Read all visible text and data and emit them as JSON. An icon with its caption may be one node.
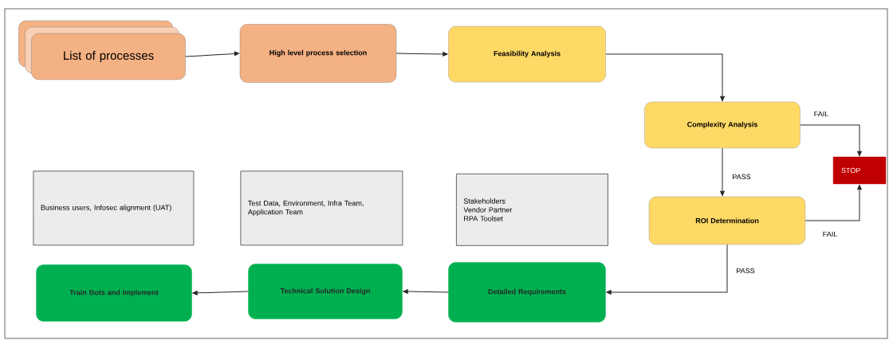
{
  "diagram": {
    "nodes": [
      {
        "text": [
          "List of processes"
        ]
      },
      {
        "text": [
          "High level process selection"
        ]
      },
      {
        "text": [
          "Feasibility Analysis"
        ]
      },
      {
        "text": [
          "Complexity Analysis"
        ]
      },
      {
        "text": [
          "STOP"
        ]
      },
      {
        "text": [
          "ROI Determination"
        ]
      },
      {
        "text": [
          "Business users, Infosec alignment (UAT)"
        ]
      },
      {
        "text": [
          "Test Data, Environment, Infra Team, Application Team"
        ]
      },
      {
        "text": [
          "Stakeholders",
          "Vendor Partner",
          "RPA Toolset"
        ]
      },
      {
        "text": [
          "Train Bots and Implement"
        ]
      },
      {
        "text": [
          "Technical Solution Design"
        ]
      },
      {
        "text": [
          "Detailed Requirements"
        ]
      }
    ],
    "edges": [
      {
        "from": 0,
        "to": 1,
        "arrow": "to"
      },
      {
        "from": 1,
        "to": 2,
        "arrow": "to"
      },
      {
        "from": 2,
        "to": 3,
        "arrow": "to"
      },
      {
        "from": 3,
        "to": 4,
        "arrow": "to",
        "label": "FAIL"
      },
      {
        "from": 3,
        "to": 5,
        "arrow": "to",
        "label": "PASS"
      },
      {
        "from": 5,
        "to": 4,
        "arrow": "to",
        "label": "FAIL"
      },
      {
        "from": 5,
        "to": 11,
        "arrow": "to",
        "label": "PASS"
      },
      {
        "from": 11,
        "to": 10,
        "arrow": "to"
      },
      {
        "from": 10,
        "to": 9,
        "arrow": "to"
      }
    ]
  }
}
